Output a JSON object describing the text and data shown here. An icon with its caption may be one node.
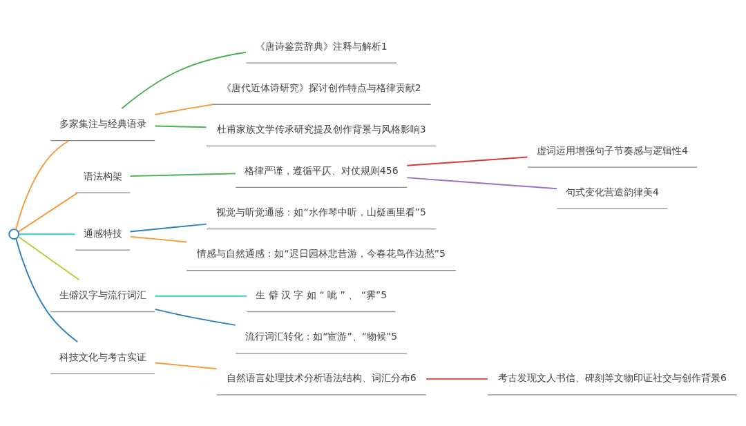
{
  "diagram": {
    "nodes": [
      {
        "text": [],
        "shape": "circle"
      },
      {
        "text": [
          "多家集注与经典语录"
        ]
      },
      {
        "text": [
          "《唐诗鉴赏辞典》注释与解析1"
        ]
      },
      {
        "text": [
          "《唐代近体诗研究》探讨创作特点与格律贡献2"
        ]
      },
      {
        "text": [
          "杜甫家族文学传承研究提及创作背景与风格影响3"
        ]
      },
      {
        "text": [
          "语法构架"
        ]
      },
      {
        "text": [
          "格律严谨，遵循平仄、对仗规则456"
        ]
      },
      {
        "text": [
          "虚词运用增强句子节奏感与逻辑性4"
        ]
      },
      {
        "text": [
          "句式变化营造韵律美4"
        ]
      },
      {
        "text": [
          "通感特技"
        ]
      },
      {
        "text": [
          "视觉与听觉通感：如“水作琴中听，山疑画里看”5"
        ]
      },
      {
        "text": [
          "情感与自然通感：如“迟日园林悲昔游，今春花鸟作边愁”5"
        ]
      },
      {
        "text": [
          "生僻汉字与流行词汇"
        ]
      },
      {
        "text": [
          "生 僻 汉 字 如 “ 呲 ” 、 “霁”5"
        ]
      },
      {
        "text": [
          "流行词汇转化：如“宦游”、“物候”5"
        ]
      },
      {
        "text": [
          "科技文化与考古实证"
        ]
      },
      {
        "text": [
          "自然语言处理技术分析语法结构、词汇分布6"
        ]
      },
      {
        "text": [
          "考古发现文人书信、碑刻等文物印证社交与创作背景6"
        ]
      }
    ],
    "edges": [
      {
        "from": 0,
        "to": 1,
        "arrow": "none"
      },
      {
        "from": 1,
        "to": 2,
        "arrow": "none",
        "color": "#4caf50"
      },
      {
        "from": 1,
        "to": 3,
        "arrow": "none"
      },
      {
        "from": 1,
        "to": 4,
        "arrow": "none",
        "color": "#4caf50"
      },
      {
        "from": 0,
        "to": 5,
        "arrow": "none"
      },
      {
        "from": 5,
        "to": 6,
        "arrow": "none",
        "color": "#4caf50"
      },
      {
        "from": 6,
        "to": 7,
        "arrow": "none",
        "color": "#d9383a"
      },
      {
        "from": 6,
        "to": 8,
        "arrow": "none",
        "color": "#9b6fc7"
      },
      {
        "from": 0,
        "to": 9,
        "arrow": "none",
        "color": "#3cc8d8"
      },
      {
        "from": 9,
        "to": 10,
        "arrow": "none",
        "color": "#2f7fbf"
      },
      {
        "from": 9,
        "to": 11,
        "arrow": "none"
      },
      {
        "from": 0,
        "to": 12,
        "arrow": "none",
        "color": "#b5cc3a"
      },
      {
        "from": 12,
        "to": 13,
        "arrow": "none",
        "color": "#3cc8d8"
      },
      {
        "from": 12,
        "to": 14,
        "arrow": "none",
        "color": "#2f7fbf"
      },
      {
        "from": 0,
        "to": 15,
        "arrow": "none",
        "color": "#2f7fbf"
      },
      {
        "from": 15,
        "to": 16,
        "arrow": "none"
      },
      {
        "from": 16,
        "to": 17,
        "arrow": "none",
        "color": "#d9383a"
      }
    ]
  }
}
